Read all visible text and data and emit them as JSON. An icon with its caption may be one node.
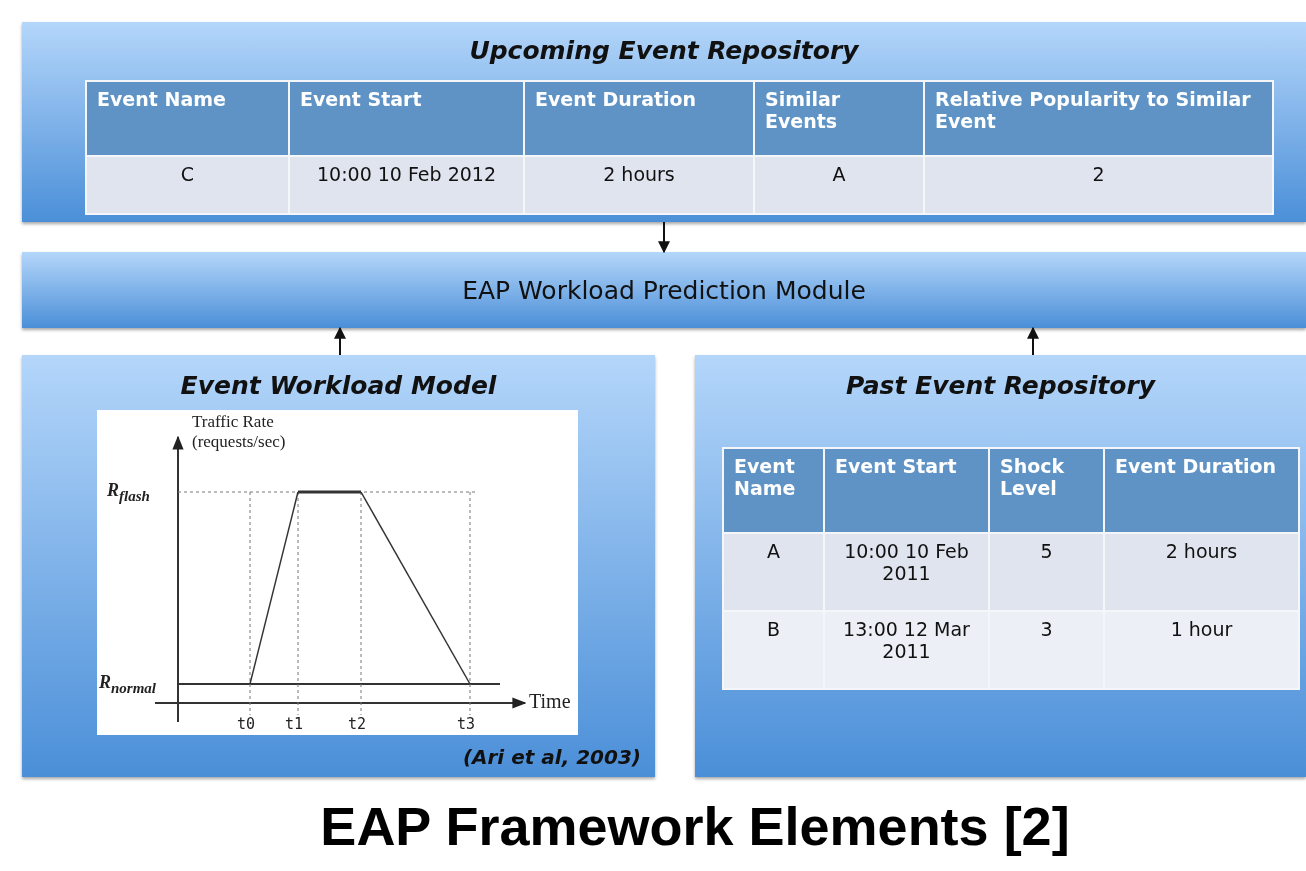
{
  "diagram": {
    "caption": "EAP Framework Elements [2]",
    "nodes": [
      {
        "text": [
          "Upcoming Event Repository"
        ]
      },
      {
        "text": [
          "EAP Workload Prediction Module"
        ]
      },
      {
        "text": [
          "Event Workload Model",
          "(Ari et al, 2003)"
        ]
      },
      {
        "text": [
          "Past Event Repository"
        ]
      }
    ],
    "edges": [
      {
        "from": 0,
        "to": 1,
        "arrow": "to"
      },
      {
        "from": 2,
        "to": 1,
        "arrow": "to"
      },
      {
        "from": 3,
        "to": 1,
        "arrow": "to"
      }
    ],
    "labels": [
      "Event Name",
      "Event Start",
      "Event Duration",
      "Similar Events",
      "Relative Popularity to Similar Event",
      "C",
      "10:00 10 Feb 2012",
      "2 hours",
      "A",
      "2",
      "Traffic Rate (requests/sec)",
      "R$_{flash}$",
      "R$_{normal}$",
      "Time",
      "t0",
      "t1",
      "t2",
      "t3",
      "Event Name",
      "Event Start",
      "Shock Level",
      "Event Duration",
      "A",
      "10:00 10 Feb 2011",
      "5",
      "2 hours",
      "B",
      "13:00 12 Mar 2011",
      "3",
      "1 hour"
    ]
  }
}
